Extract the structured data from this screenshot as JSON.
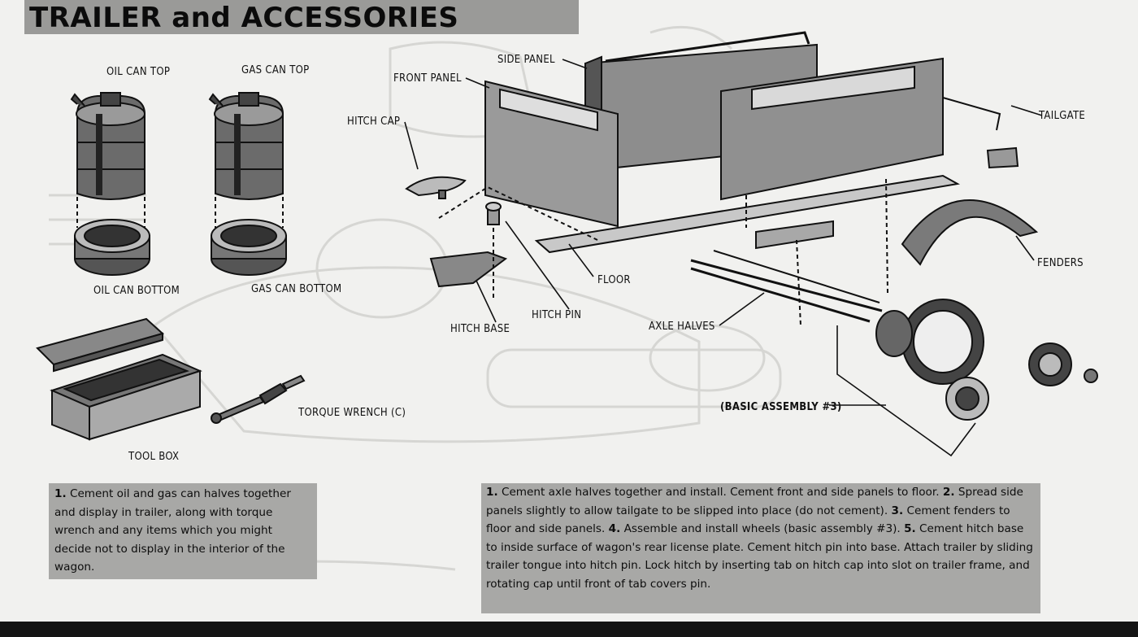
{
  "title": "TRAILER and ACCESSORIES",
  "labels": {
    "oil_can_top": "OIL CAN TOP",
    "gas_can_top": "GAS CAN TOP",
    "oil_can_bottom": "OIL CAN BOTTOM",
    "gas_can_bottom": "GAS CAN BOTTOM",
    "tool_box": "TOOL BOX",
    "torque_wrench": "TORQUE WRENCH (C)",
    "side_panel": "SIDE PANEL",
    "front_panel": "FRONT PANEL",
    "hitch_cap": "HITCH CAP",
    "tailgate": "TAILGATE",
    "fenders": "FENDERS",
    "floor": "FLOOR",
    "hitch_pin": "HITCH PIN",
    "hitch_base": "HITCH BASE",
    "axle_halves": "AXLE HALVES",
    "basic_assembly": "(BASIC ASSEMBLY #3)"
  },
  "note1": {
    "num": "1.",
    "text": "Cement oil and gas can halves together and display in trailer, along with torque wrench and any items which you might decide not to display in the interior of the wagon."
  },
  "note2": {
    "s1_num": "1.",
    "s1": "Cement axle halves together and install. Cement front and side panels to floor.",
    "s2_num": "2.",
    "s2": "Spread side panels slightly to allow tailgate to be slipped into place (do not cement).",
    "s3_num": "3.",
    "s3": "Cement fenders to floor and side panels.",
    "s4_num": "4.",
    "s4": "Assemble and install wheels (basic assembly #3).",
    "s5_num": "5.",
    "s5": "Cement hitch base to inside surface of wagon's rear license plate. Cement hitch pin into base. Attach trailer by sliding trailer tongue into hitch pin. Lock hitch by inserting tab on hitch cap into slot on trailer frame, and rotating cap until front of tab covers pin."
  },
  "colors": {
    "paper": "#f1f1ef",
    "band": "#9a9a98",
    "note_bg": "#a8a8a6",
    "ink": "#111111"
  }
}
